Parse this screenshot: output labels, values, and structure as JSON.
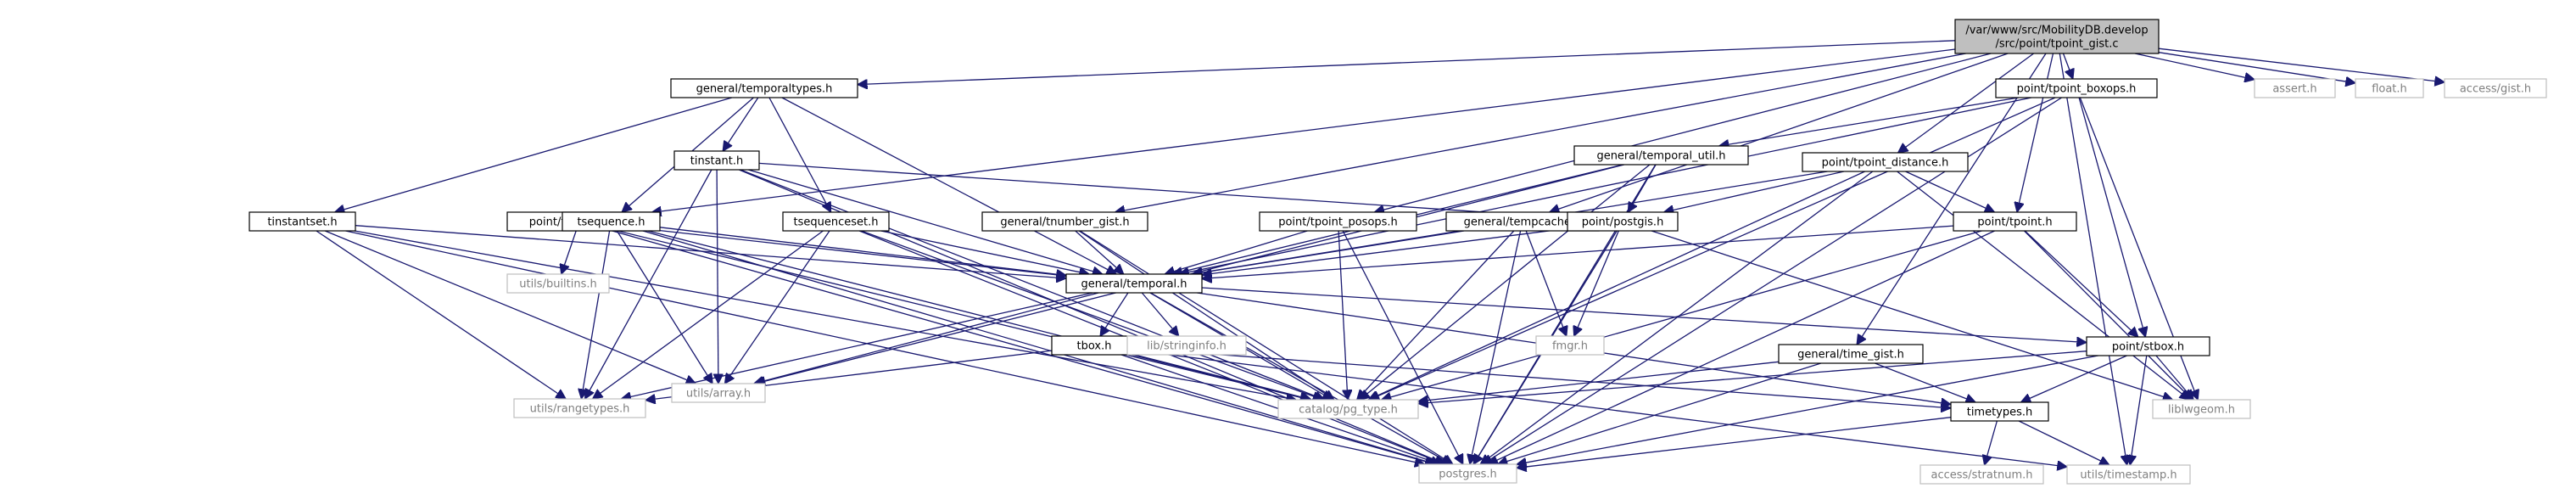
{
  "graph": {
    "root": "root",
    "nodes": [
      {
        "id": "root",
        "label": "/var/www/src/MobilityDB.develop\n/src/point/tpoint_gist.c",
        "style": "root"
      },
      {
        "id": "temporaltypes",
        "label": "general/temporaltypes.h",
        "style": "doc"
      },
      {
        "id": "tpoint_gist_h",
        "label": "point/tpoint_gist.h",
        "style": "doc"
      },
      {
        "id": "tinstant",
        "label": "tinstant.h",
        "style": "doc"
      },
      {
        "id": "tinstantset",
        "label": "tinstantset.h",
        "style": "doc"
      },
      {
        "id": "tsequence",
        "label": "tsequence.h",
        "style": "doc"
      },
      {
        "id": "tsequenceset",
        "label": "tsequenceset.h",
        "style": "doc"
      },
      {
        "id": "tnumber_gist",
        "label": "general/tnumber_gist.h",
        "style": "doc"
      },
      {
        "id": "tpoint_posops",
        "label": "point/tpoint_posops.h",
        "style": "doc"
      },
      {
        "id": "temporal_util",
        "label": "general/temporal_util.h",
        "style": "doc"
      },
      {
        "id": "tempcache",
        "label": "general/tempcache.h",
        "style": "doc"
      },
      {
        "id": "tpoint_boxops",
        "label": "point/tpoint_boxops.h",
        "style": "doc"
      },
      {
        "id": "tpoint_distance",
        "label": "point/tpoint_distance.h",
        "style": "doc"
      },
      {
        "id": "postgis",
        "label": "point/postgis.h",
        "style": "doc"
      },
      {
        "id": "tpoint",
        "label": "point/tpoint.h",
        "style": "doc"
      },
      {
        "id": "temporal",
        "label": "general/temporal.h",
        "style": "doc"
      },
      {
        "id": "time_gist",
        "label": "general/time_gist.h",
        "style": "doc"
      },
      {
        "id": "stbox",
        "label": "point/stbox.h",
        "style": "doc"
      },
      {
        "id": "tbox",
        "label": "tbox.h",
        "style": "doc"
      },
      {
        "id": "timetypes",
        "label": "timetypes.h",
        "style": "doc"
      },
      {
        "id": "builtins",
        "label": "utils/builtins.h",
        "style": "ext"
      },
      {
        "id": "array",
        "label": "utils/array.h",
        "style": "ext"
      },
      {
        "id": "rangetypes",
        "label": "utils/rangetypes.h",
        "style": "ext"
      },
      {
        "id": "stringinfo",
        "label": "lib/stringinfo.h",
        "style": "ext"
      },
      {
        "id": "pg_type",
        "label": "catalog/pg_type.h",
        "style": "ext"
      },
      {
        "id": "fmgr",
        "label": "fmgr.h",
        "style": "ext"
      },
      {
        "id": "postgres",
        "label": "postgres.h",
        "style": "ext"
      },
      {
        "id": "liblwgeom",
        "label": "liblwgeom.h",
        "style": "ext"
      },
      {
        "id": "stratnum",
        "label": "access/stratnum.h",
        "style": "ext"
      },
      {
        "id": "timestamp",
        "label": "utils/timestamp.h",
        "style": "ext"
      },
      {
        "id": "assert",
        "label": "assert.h",
        "style": "ext"
      },
      {
        "id": "float",
        "label": "float.h",
        "style": "ext"
      },
      {
        "id": "access_gist",
        "label": "access/gist.h",
        "style": "ext"
      }
    ],
    "edges": [
      [
        "root",
        "temporaltypes"
      ],
      [
        "root",
        "tpoint_gist_h"
      ],
      [
        "root",
        "tnumber_gist"
      ],
      [
        "root",
        "tpoint_posops"
      ],
      [
        "root",
        "tempcache"
      ],
      [
        "root",
        "tpoint_boxops"
      ],
      [
        "root",
        "tpoint_distance"
      ],
      [
        "root",
        "tpoint"
      ],
      [
        "root",
        "time_gist"
      ],
      [
        "root",
        "assert"
      ],
      [
        "root",
        "float"
      ],
      [
        "root",
        "access_gist"
      ],
      [
        "root",
        "timestamp"
      ],
      [
        "temporaltypes",
        "tinstant"
      ],
      [
        "temporaltypes",
        "tinstantset"
      ],
      [
        "temporaltypes",
        "tsequence"
      ],
      [
        "temporaltypes",
        "tsequenceset"
      ],
      [
        "temporaltypes",
        "temporal"
      ],
      [
        "tpoint_gist_h",
        "builtins"
      ],
      [
        "tpoint_gist_h",
        "temporal"
      ],
      [
        "tpoint_gist_h",
        "pg_type"
      ],
      [
        "tpoint_gist_h",
        "postgres"
      ],
      [
        "tinstant",
        "array"
      ],
      [
        "tinstant",
        "temporal"
      ],
      [
        "tinstant",
        "postgis"
      ],
      [
        "tinstant",
        "rangetypes"
      ],
      [
        "tinstant",
        "pg_type"
      ],
      [
        "tinstant",
        "postgres"
      ],
      [
        "tinstantset",
        "temporal"
      ],
      [
        "tinstantset",
        "array"
      ],
      [
        "tinstantset",
        "rangetypes"
      ],
      [
        "tinstantset",
        "pg_type"
      ],
      [
        "tinstantset",
        "postgres"
      ],
      [
        "tsequence",
        "temporal"
      ],
      [
        "tsequence",
        "array"
      ],
      [
        "tsequence",
        "rangetypes"
      ],
      [
        "tsequence",
        "pg_type"
      ],
      [
        "tsequence",
        "postgres"
      ],
      [
        "tsequenceset",
        "temporal"
      ],
      [
        "tsequenceset",
        "array"
      ],
      [
        "tsequenceset",
        "rangetypes"
      ],
      [
        "tsequenceset",
        "pg_type"
      ],
      [
        "tsequenceset",
        "postgres"
      ],
      [
        "tnumber_gist",
        "temporal"
      ],
      [
        "tnumber_gist",
        "pg_type"
      ],
      [
        "tnumber_gist",
        "postgres"
      ],
      [
        "tpoint_posops",
        "temporal"
      ],
      [
        "tpoint_posops",
        "pg_type"
      ],
      [
        "tpoint_posops",
        "postgres"
      ],
      [
        "temporal_util",
        "temporal"
      ],
      [
        "temporal_util",
        "array"
      ],
      [
        "temporal_util",
        "postgis"
      ],
      [
        "temporal_util",
        "pg_type"
      ],
      [
        "temporal_util",
        "postgres"
      ],
      [
        "tempcache",
        "temporal"
      ],
      [
        "tempcache",
        "fmgr"
      ],
      [
        "tempcache",
        "pg_type"
      ],
      [
        "tempcache",
        "postgres"
      ],
      [
        "tpoint_boxops",
        "temporal_util"
      ],
      [
        "tpoint_boxops",
        "temporal"
      ],
      [
        "tpoint_boxops",
        "stbox"
      ],
      [
        "tpoint_boxops",
        "liblwgeom"
      ],
      [
        "tpoint_boxops",
        "pg_type"
      ],
      [
        "tpoint_boxops",
        "postgres"
      ],
      [
        "tpoint_distance",
        "temporal"
      ],
      [
        "tpoint_distance",
        "postgis"
      ],
      [
        "tpoint_distance",
        "tpoint"
      ],
      [
        "tpoint_distance",
        "liblwgeom"
      ],
      [
        "tpoint_distance",
        "pg_type"
      ],
      [
        "tpoint_distance",
        "postgres"
      ],
      [
        "postgis",
        "temporal"
      ],
      [
        "postgis",
        "fmgr"
      ],
      [
        "postgis",
        "liblwgeom"
      ],
      [
        "postgis",
        "postgres"
      ],
      [
        "tpoint",
        "temporal"
      ],
      [
        "tpoint",
        "stbox"
      ],
      [
        "tpoint",
        "liblwgeom"
      ],
      [
        "tpoint",
        "pg_type"
      ],
      [
        "tpoint",
        "postgres"
      ],
      [
        "temporal",
        "array"
      ],
      [
        "temporal",
        "stringinfo"
      ],
      [
        "temporal",
        "tbox"
      ],
      [
        "temporal",
        "stbox"
      ],
      [
        "temporal",
        "timetypes"
      ],
      [
        "temporal",
        "rangetypes"
      ],
      [
        "temporal",
        "pg_type"
      ],
      [
        "temporal",
        "postgres"
      ],
      [
        "time_gist",
        "timetypes"
      ],
      [
        "time_gist",
        "pg_type"
      ],
      [
        "time_gist",
        "postgres"
      ],
      [
        "stbox",
        "timetypes"
      ],
      [
        "stbox",
        "liblwgeom"
      ],
      [
        "stbox",
        "timestamp"
      ],
      [
        "stbox",
        "pg_type"
      ],
      [
        "stbox",
        "postgres"
      ],
      [
        "tbox",
        "timetypes"
      ],
      [
        "tbox",
        "rangetypes"
      ],
      [
        "tbox",
        "pg_type"
      ],
      [
        "tbox",
        "postgres"
      ],
      [
        "tbox",
        "timestamp"
      ],
      [
        "timetypes",
        "stratnum"
      ],
      [
        "timetypes",
        "timestamp"
      ],
      [
        "timetypes",
        "postgres"
      ]
    ]
  },
  "colors": {
    "root_fill": "#bfbfbf",
    "node_fill": "#ffffff",
    "doc_border": "#000000",
    "ext_border": "#bfbfbf",
    "doc_text": "#000000",
    "ext_text": "#7f7f7f",
    "edge": "#191970"
  }
}
